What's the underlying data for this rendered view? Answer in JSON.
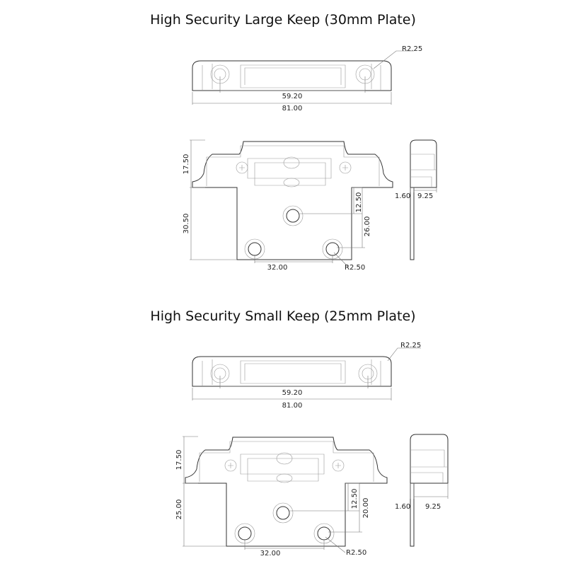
{
  "large": {
    "title": "High Security Large Keep (30mm Plate)",
    "top": {
      "radius": "R2.25",
      "hole_spacing": "59.20",
      "width": "81.00"
    },
    "front": {
      "flange_height": "17.50",
      "plate_height": "30.50",
      "hole1_offset": "12.50",
      "hole2_offset": "26.00",
      "hole_spacing": "32.00",
      "hole_radius": "R2.50"
    },
    "side": {
      "thickness": "1.60",
      "depth": "9.25"
    }
  },
  "small": {
    "title": "High Security Small Keep (25mm Plate)",
    "top": {
      "radius": "R2.25",
      "hole_spacing": "59.20",
      "width": "81.00"
    },
    "front": {
      "flange_height": "17.50",
      "plate_height": "25.00",
      "hole1_offset": "12.50",
      "hole2_offset": "20.00",
      "hole_spacing": "32.00",
      "hole_radius": "R2.50"
    },
    "side": {
      "thickness": "1.60",
      "depth": "9.25"
    }
  }
}
